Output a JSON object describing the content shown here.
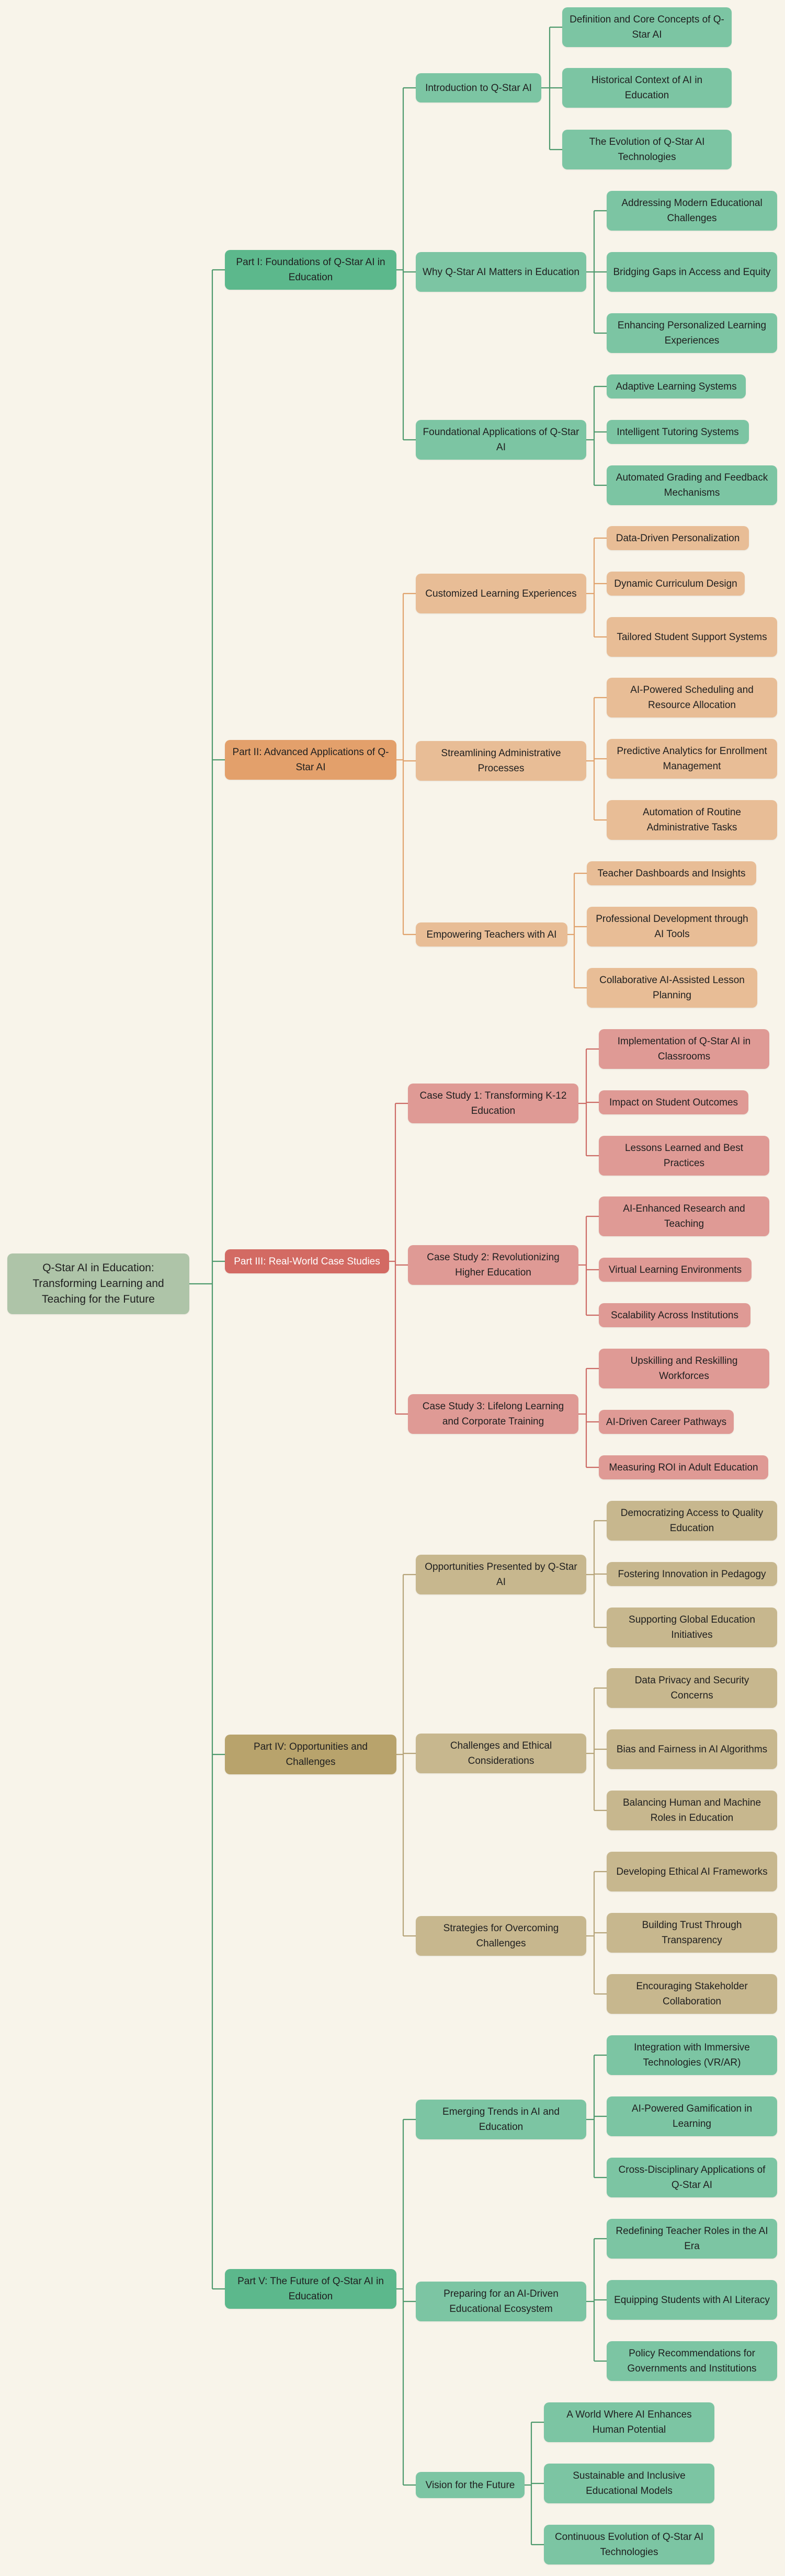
{
  "root": {
    "label": "Q-Star AI in Education: Transforming Learning and Teaching for the Future",
    "color": "#aec4a8"
  },
  "colors": {
    "green_part": "#5cb88c",
    "green_node": "#7cc5a3",
    "green_line": "#4f9a6e",
    "orange_part": "#e3a06b",
    "orange_node": "#e8bd96",
    "orange_line": "#e0a36e",
    "red_part": "#d36a63",
    "red_node": "#df9a95",
    "red_line": "#cc6b66",
    "tan_part": "#b8a36c",
    "tan_node": "#c7b78e",
    "tan_line": "#b6a47a"
  },
  "parts": [
    {
      "label": "Part I: Foundations of Q-Star AI in Education",
      "theme": "green",
      "topics": [
        {
          "label": "Introduction to Q-Star AI",
          "items": [
            "Definition and Core Concepts of Q-Star AI",
            "Historical Context of AI in Education",
            "The Evolution of Q-Star AI Technologies"
          ]
        },
        {
          "label": "Why Q-Star AI Matters in Education",
          "items": [
            "Addressing Modern Educational Challenges",
            "Bridging Gaps in Access and Equity",
            "Enhancing Personalized Learning Experiences"
          ]
        },
        {
          "label": "Foundational Applications of Q-Star AI",
          "items": [
            "Adaptive Learning Systems",
            "Intelligent Tutoring Systems",
            "Automated Grading and Feedback Mechanisms"
          ]
        }
      ]
    },
    {
      "label": "Part II: Advanced Applications of Q-Star AI",
      "theme": "orange",
      "topics": [
        {
          "label": "Customized Learning Experiences",
          "items": [
            "Data-Driven Personalization",
            "Dynamic Curriculum Design",
            "Tailored Student Support Systems"
          ]
        },
        {
          "label": "Streamlining Administrative Processes",
          "items": [
            "AI-Powered Scheduling and Resource Allocation",
            "Predictive Analytics for Enrollment Management",
            "Automation of Routine Administrative Tasks"
          ]
        },
        {
          "label": "Empowering Teachers with AI",
          "items": [
            "Teacher Dashboards and Insights",
            "Professional Development through AI Tools",
            "Collaborative AI-Assisted Lesson Planning"
          ]
        }
      ]
    },
    {
      "label": "Part III: Real-World Case Studies",
      "theme": "red",
      "topics": [
        {
          "label": "Case Study 1: Transforming K-12 Education",
          "items": [
            "Implementation of Q-Star AI in Classrooms",
            "Impact on Student Outcomes",
            "Lessons Learned and Best Practices"
          ]
        },
        {
          "label": "Case Study 2: Revolutionizing Higher Education",
          "items": [
            "AI-Enhanced Research and Teaching",
            "Virtual Learning Environments",
            "Scalability Across Institutions"
          ]
        },
        {
          "label": "Case Study 3: Lifelong Learning and Corporate Training",
          "items": [
            "Upskilling and Reskilling Workforces",
            "AI-Driven Career Pathways",
            "Measuring ROI in Adult Education"
          ]
        }
      ]
    },
    {
      "label": "Part IV: Opportunities and Challenges",
      "theme": "tan",
      "topics": [
        {
          "label": "Opportunities Presented by Q-Star AI",
          "items": [
            "Democratizing Access to Quality Education",
            "Fostering Innovation in Pedagogy",
            "Supporting Global Education Initiatives"
          ]
        },
        {
          "label": "Challenges and Ethical Considerations",
          "items": [
            "Data Privacy and Security Concerns",
            "Bias and Fairness in AI Algorithms",
            "Balancing Human and Machine Roles in Education"
          ]
        },
        {
          "label": "Strategies for Overcoming Challenges",
          "items": [
            "Developing Ethical AI Frameworks",
            "Building Trust Through Transparency",
            "Encouraging Stakeholder Collaboration"
          ]
        }
      ]
    },
    {
      "label": "Part V: The Future of Q-Star AI in Education",
      "theme": "green",
      "topics": [
        {
          "label": "Emerging Trends in AI and Education",
          "items": [
            "Integration with Immersive Technologies (VR/AR)",
            "AI-Powered Gamification in Learning",
            "Cross-Disciplinary Applications of Q-Star AI"
          ]
        },
        {
          "label": "Preparing for an AI-Driven Educational Ecosystem",
          "items": [
            "Redefining Teacher Roles in the AI Era",
            "Equipping Students with AI Literacy",
            "Policy Recommendations for Governments and Institutions"
          ]
        },
        {
          "label": "Vision for the Future",
          "items": [
            "A World Where AI Enhances Human Potential",
            "Sustainable and Inclusive Educational Models",
            "Continuous Evolution of Q-Star AI Technologies"
          ]
        }
      ]
    }
  ]
}
